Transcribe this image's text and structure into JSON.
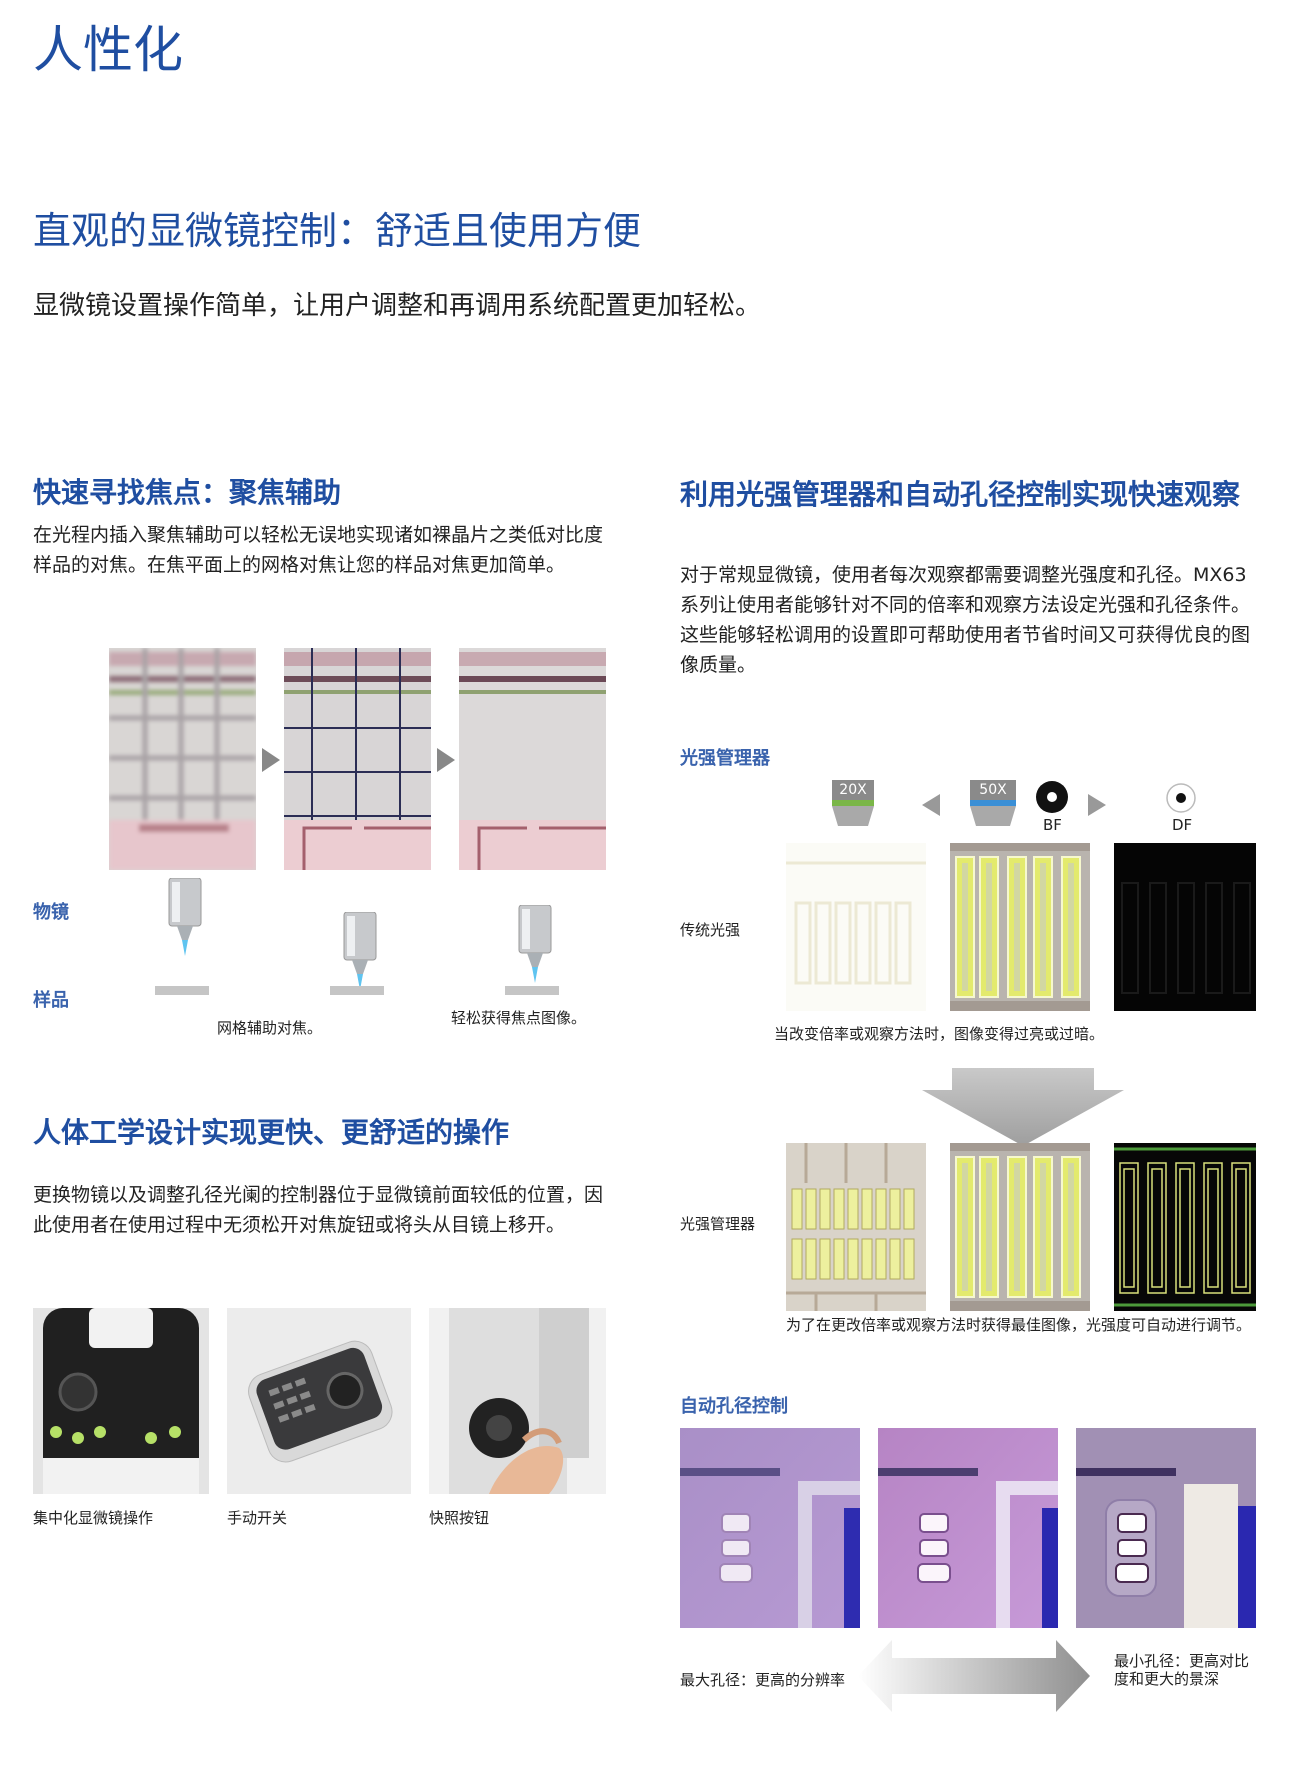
{
  "page": {
    "title": "人性化",
    "subtitle": "直观的显微镜控制：舒适且使用方便",
    "lead": "显微镜设置操作简单，让用户调整和再调用系统配置更加轻松。"
  },
  "focus": {
    "title": "快速寻找焦点：聚焦辅助",
    "body": "在光程内插入聚焦辅助可以轻松无误地实现诸如裸晶片之类低对比度样品的对焦。在焦平面上的网格对焦让您的样品对焦更加简单。",
    "label_objective": "物镜",
    "label_sample": "样品",
    "caption_grid": "网格辅助对焦。",
    "caption_easy": "轻松获得焦点图像。"
  },
  "ergonomics": {
    "title": "人体工学设计实现更快、更舒适的操作",
    "body": "更换物镜以及调整孔径光阑的控制器位于显微镜前面较低的位置，因此使用者在使用过程中无须松开对焦旋钮或将头从目镜上移开。",
    "captions": [
      "集中化显微镜操作",
      "手动开关",
      "快照按钮"
    ]
  },
  "light": {
    "title": "利用光强管理器和自动孔径控制实现快速观察",
    "body": "对于常规显微镜，使用者每次观察都需要调整光强度和孔径。MX63系列让使用者能够针对不同的倍率和观察方法设定光强和孔径条件。这些能够轻松调用的设置即可帮助使用者节省时间又可获得优良的图像质量。",
    "manager_heading": "光强管理器",
    "obj_20x": "20X",
    "obj_50x": "50X",
    "bf": "BF",
    "df": "DF",
    "row_traditional": "传统光强",
    "row_manager": "光强管理器",
    "caption_traditional": "当改变倍率或观察方法时，图像变得过亮或过暗。",
    "caption_manager": "为了在更改倍率或观察方法时获得最佳图像，光强度可自动进行调节。",
    "aperture_heading": "自动孔径控制",
    "aperture_max": "最大孔径：更高的分辨率",
    "aperture_min": "最小孔径：更高对比度和更大的景深"
  },
  "colors": {
    "brand_blue": "#1f4ea1",
    "accent_blue": "#3a63ad",
    "lens_green": "#7ab648",
    "lens_blue": "#3a8fd6"
  }
}
